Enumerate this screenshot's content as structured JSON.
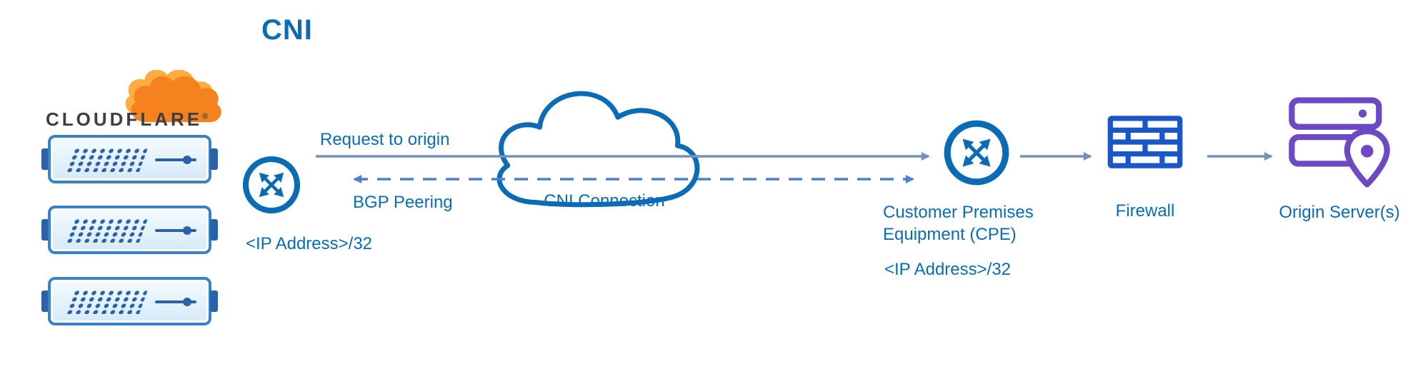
{
  "title": "CNI",
  "cloudflare": {
    "brand": "CLOUDFLARE",
    "brand_tm": "®"
  },
  "left_router": {
    "ip": "<IP Address>/32"
  },
  "links": {
    "request_label": "Request to origin",
    "bgp_label": "BGP Peering"
  },
  "cloud": {
    "label": "CNI Connection"
  },
  "cpe": {
    "label": "Customer Premises\nEquipment (CPE)",
    "ip": "<IP Address>/32"
  },
  "firewall": {
    "label": "Firewall"
  },
  "origin": {
    "label": "Origin Server(s)"
  },
  "icons": {
    "cloudflare_logo": "orange-cloud-logo",
    "edge_server": "rack-server",
    "router": "crossed-arrows-circle-router",
    "cni_cloud": "network-cloud",
    "firewall": "brick-wall",
    "origin_server": "server-with-location-pin"
  },
  "colors": {
    "blue": "#0c6bb5",
    "line": "#7391bd",
    "dash": "#4b7fd0",
    "fw": "#1a56c8",
    "purple": "#6d49c4",
    "orange": "#f6821f",
    "orangeLight": "#fbad41",
    "navy": "#2a62a8",
    "border": "#3b82c4",
    "brand": "#3d3f44"
  }
}
